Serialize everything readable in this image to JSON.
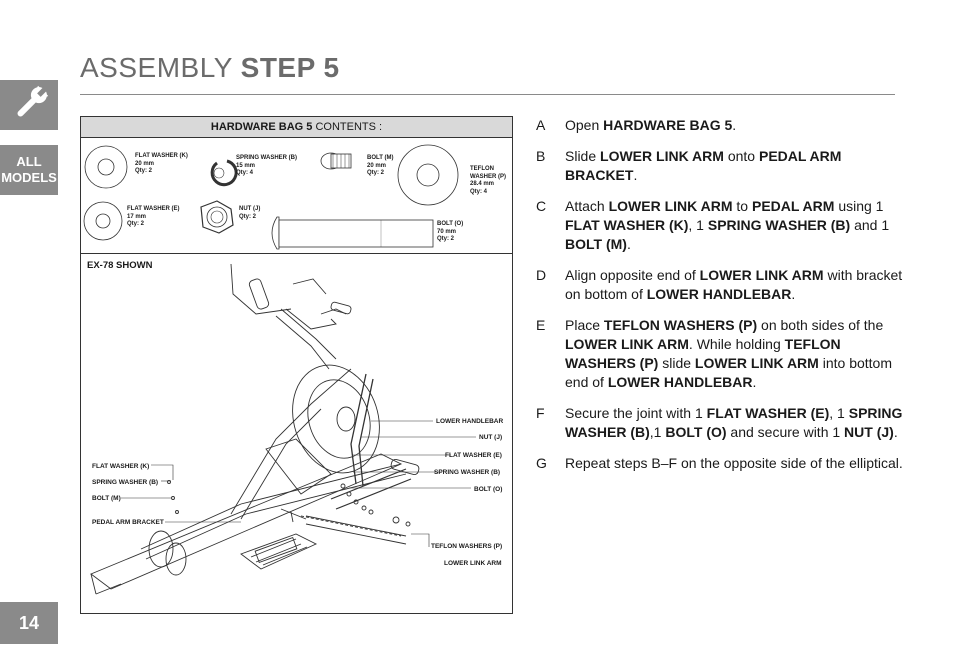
{
  "header": {
    "title_light": "ASSEMBLY",
    "title_bold": "STEP 5"
  },
  "sidebar": {
    "models_line1": "ALL",
    "models_line2": "MODELS",
    "page_number": "14"
  },
  "hardware_box": {
    "header_bold": "HARDWARE BAG 5",
    "header_rest": "CONTENTS :",
    "items": {
      "flat_washer_k": "FLAT WASHER (K)\n20 mm\nQty: 2",
      "spring_washer_b": "SPRING WASHER (B)\n15 mm\nQty: 4",
      "bolt_m": "BOLT (M)\n20 mm\nQty: 2",
      "teflon_washer_p": "TEFLON\nWASHER (P)\n28.4 mm\nQty: 4",
      "flat_washer_e": "FLAT WASHER (E)\n17 mm\nQty: 2",
      "nut_j": "NUT (J)\nQty: 2",
      "bolt_o": "BOLT (O)\n70 mm\nQty: 2"
    }
  },
  "diagram": {
    "shown_label": "EX-78 SHOWN",
    "labels_left": [
      "FLAT WASHER (K)",
      "SPRING WASHER (B)",
      "BOLT (M)",
      "PEDAL ARM BRACKET"
    ],
    "labels_right": [
      "LOWER HANDLEBAR",
      "NUT (J)",
      "FLAT WASHER (E)",
      "SPRING WASHER (B)",
      "BOLT (O)",
      "TEFLON WASHERS (P)",
      "LOWER LINK ARM"
    ]
  },
  "steps": [
    {
      "letter": "A",
      "parts": [
        [
          "Open ",
          false
        ],
        [
          "HARDWARE BAG 5",
          true
        ],
        [
          ".",
          false
        ]
      ]
    },
    {
      "letter": "B",
      "parts": [
        [
          "Slide ",
          false
        ],
        [
          "LOWER LINK ARM",
          true
        ],
        [
          " onto ",
          false
        ],
        [
          "PEDAL ARM BRACKET",
          true
        ],
        [
          ".",
          false
        ]
      ]
    },
    {
      "letter": "C",
      "parts": [
        [
          "Attach ",
          false
        ],
        [
          "LOWER LINK ARM",
          true
        ],
        [
          " to ",
          false
        ],
        [
          "PEDAL ARM",
          true
        ],
        [
          " using 1 ",
          false
        ],
        [
          "FLAT WASHER (K)",
          true
        ],
        [
          ", 1 ",
          false
        ],
        [
          "SPRING WASHER (B)",
          true
        ],
        [
          " and 1 ",
          false
        ],
        [
          "BOLT (M)",
          true
        ],
        [
          ".",
          false
        ]
      ]
    },
    {
      "letter": "D",
      "parts": [
        [
          "Align opposite end of ",
          false
        ],
        [
          "LOWER LINK ARM",
          true
        ],
        [
          " with bracket on bottom of ",
          false
        ],
        [
          "LOWER HANDLEBAR",
          true
        ],
        [
          ".",
          false
        ]
      ]
    },
    {
      "letter": "E",
      "parts": [
        [
          "Place ",
          false
        ],
        [
          "TEFLON WASHERS (P)",
          true
        ],
        [
          " on both sides of the ",
          false
        ],
        [
          "LOWER LINK ARM",
          true
        ],
        [
          ". While holding ",
          false
        ],
        [
          "TEFLON WASHERS (P)",
          true
        ],
        [
          " slide ",
          false
        ],
        [
          "LOWER LINK ARM",
          true
        ],
        [
          " into bottom end of ",
          false
        ],
        [
          "LOWER HANDLEBAR",
          true
        ],
        [
          ".",
          false
        ]
      ]
    },
    {
      "letter": "F",
      "parts": [
        [
          "Secure the joint with 1 ",
          false
        ],
        [
          "FLAT WASHER (E)",
          true
        ],
        [
          ", 1 ",
          false
        ],
        [
          "SPRING WASHER (B)",
          true
        ],
        [
          ",1 ",
          false
        ],
        [
          "BOLT (O)",
          true
        ],
        [
          " and secure with 1 ",
          false
        ],
        [
          "NUT (J)",
          true
        ],
        [
          ".",
          false
        ]
      ]
    },
    {
      "letter": "G",
      "parts": [
        [
          "Repeat steps B–F on the opposite side of the elliptical.",
          false
        ]
      ]
    }
  ]
}
